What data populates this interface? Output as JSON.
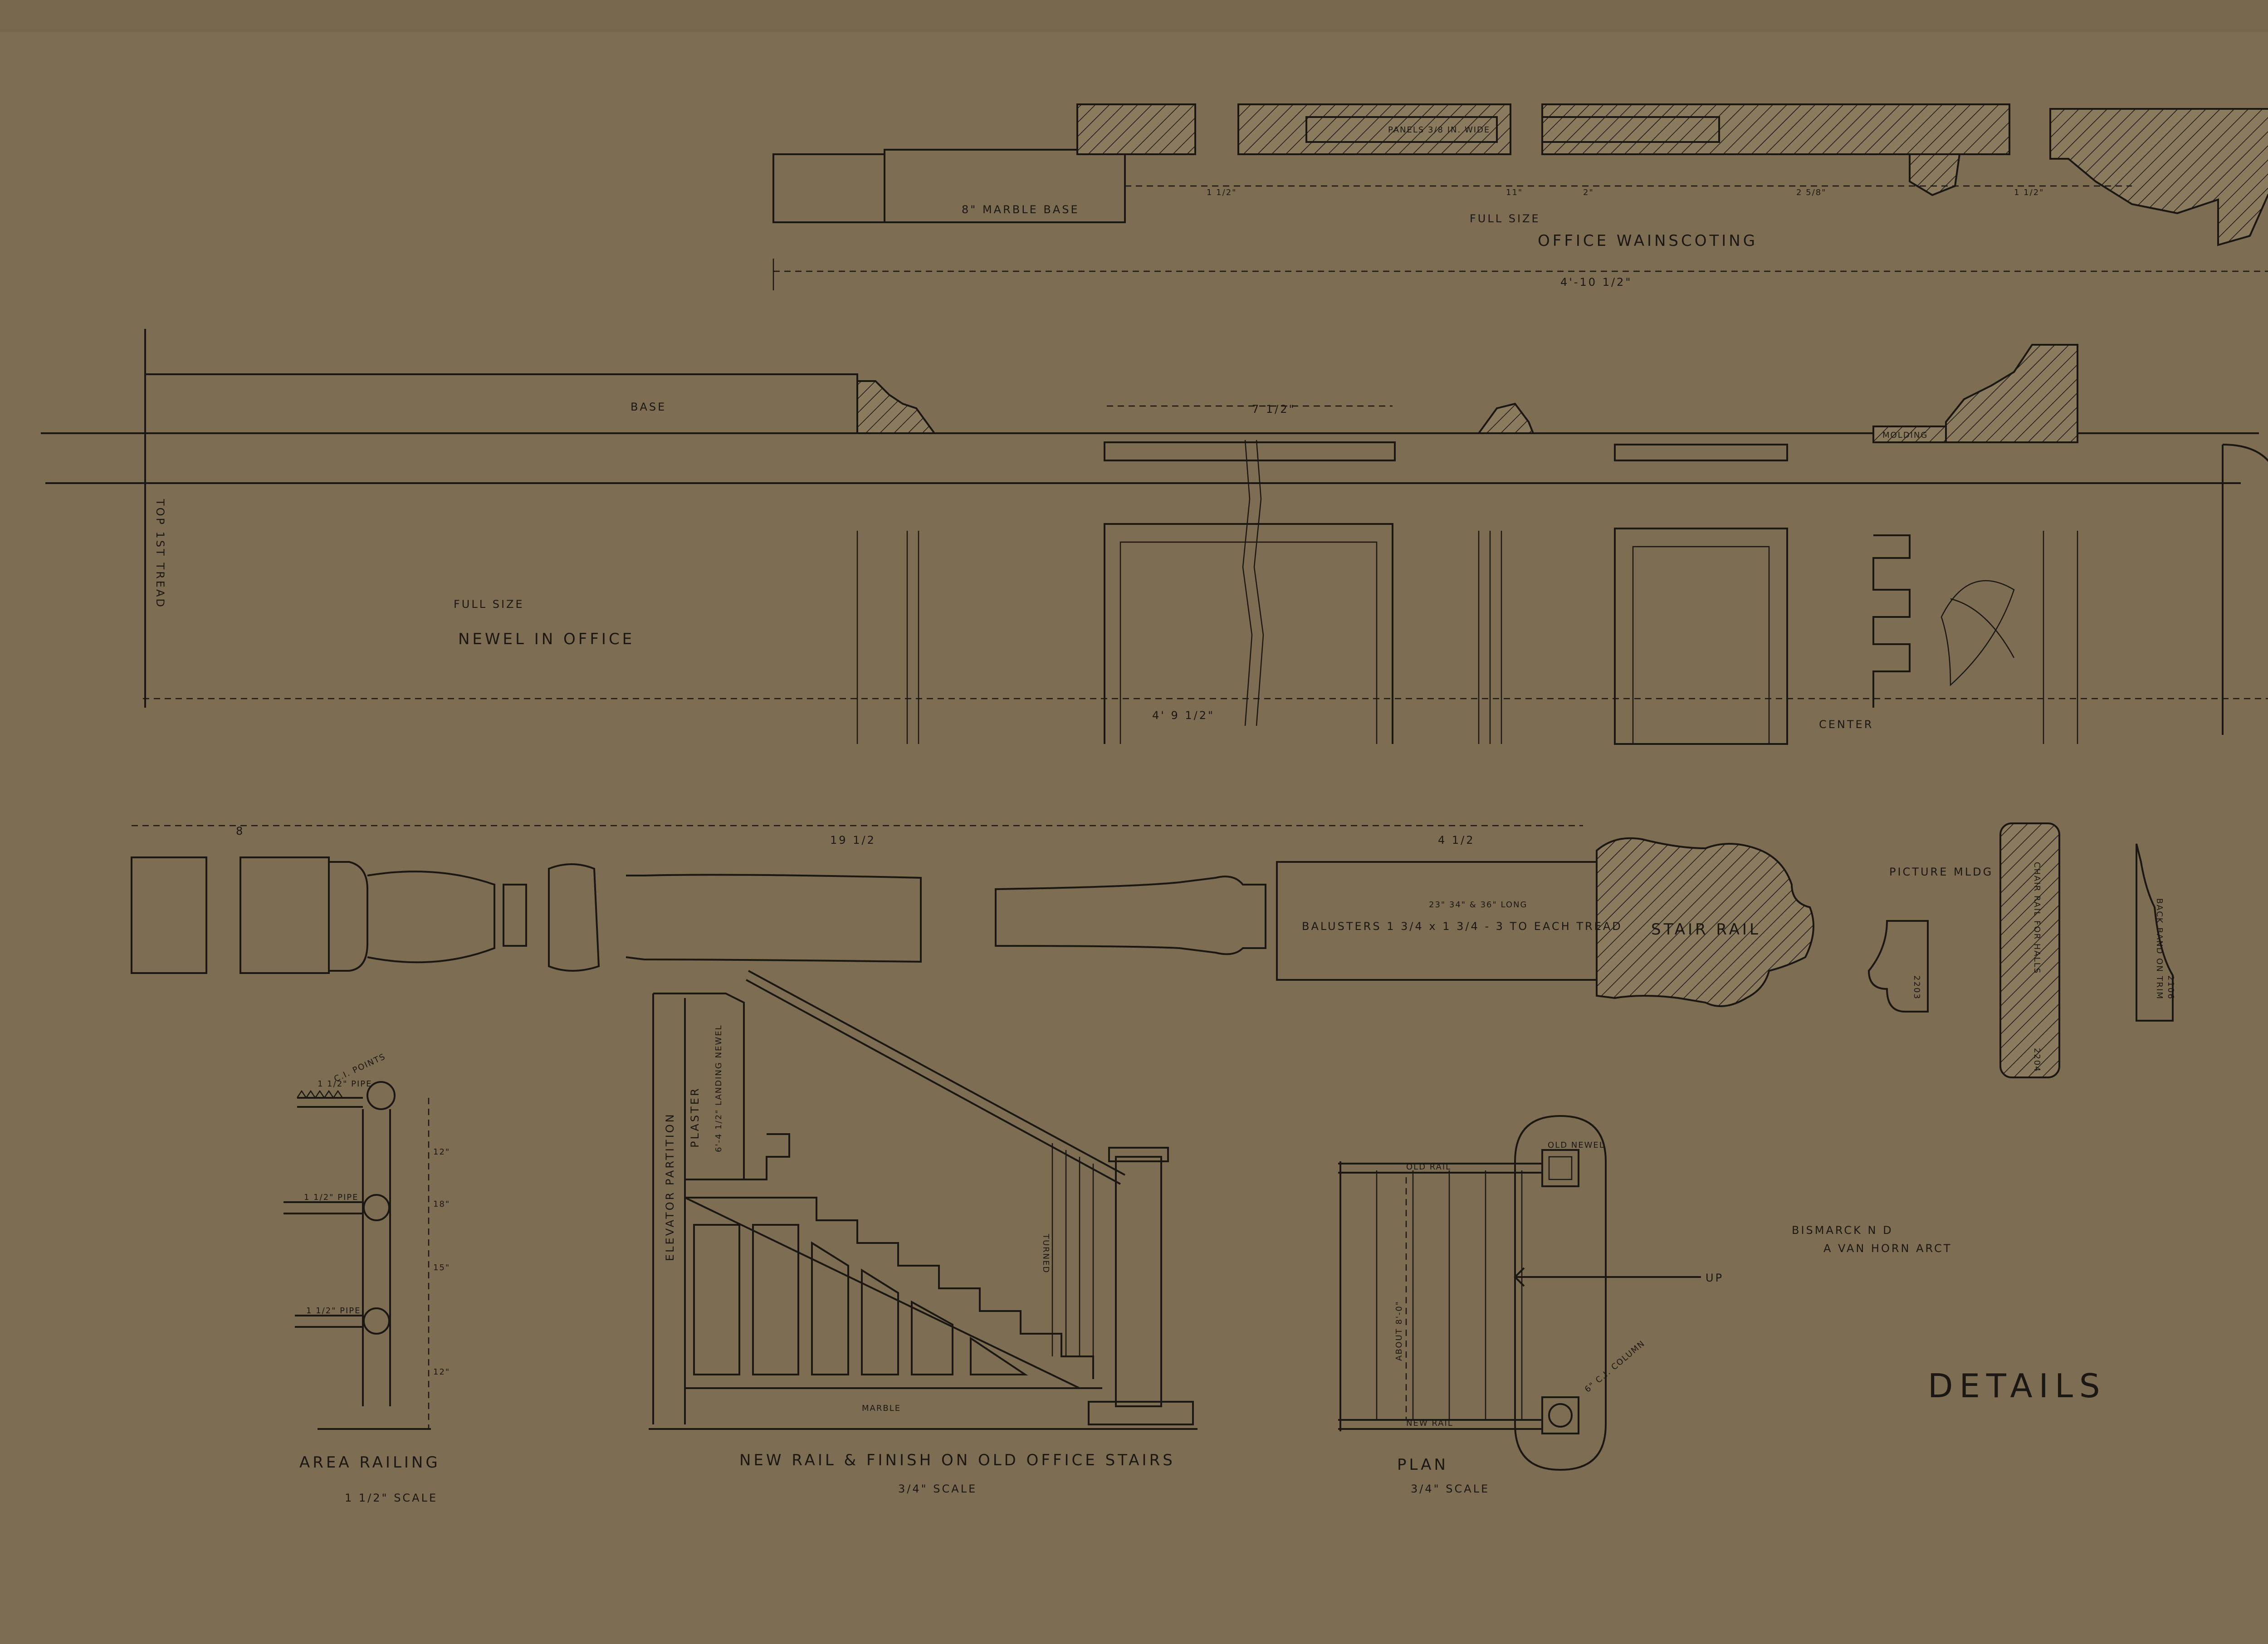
{
  "sheet_title": "DETAILS",
  "architect": "A VAN HORN ARCT",
  "location": "BISMARCK N D",
  "wainscoting": {
    "title": "OFFICE WAINSCOTING",
    "scale": "FULL SIZE",
    "base_label": "8\" MARBLE BASE",
    "panel_label": "PANELS 3/8 IN. WIDE",
    "dims": [
      "4'-10 1/2\"",
      "1 1/2\"",
      "11\"",
      "2\"",
      "2 5/8\"",
      "1 1/2\""
    ]
  },
  "newel": {
    "title": "NEWEL IN OFFICE",
    "scale": "FULL SIZE",
    "base_label": "BASE",
    "tread_label": "TOP 1ST TREAD",
    "center_label": "CENTER",
    "molding_label": "MOLDING",
    "dims": [
      "4' 9 1/2\"",
      "7 1/2\""
    ]
  },
  "baluster": {
    "label": "BALUSTERS 1 3/4 x 1 3/4 - 3 TO EACH TREAD",
    "sub_label": "23\" 34\" & 36\" LONG",
    "dims": [
      "8",
      "19 1/2",
      "4 1/2"
    ]
  },
  "stair_rail": {
    "label": "STAIR RAIL"
  },
  "moldings": {
    "picture": "PICTURE MLDG",
    "picture_no": "2203",
    "chair_rail": "CHAIR RAIL FOR HALLS",
    "chair_no": "2204",
    "back_band": "BACK BAND ON TRIM",
    "back_no": "2106"
  },
  "area_railing": {
    "title": "AREA RAILING",
    "scale": "1 1/2\" SCALE",
    "pipe_labels": [
      "1 1/2\" PIPE",
      "1 1/2\" PIPE",
      "1 1/2\" PIPE"
    ],
    "points_label": "C.I. POINTS",
    "dims": [
      "12\"",
      "18\"",
      "15\"",
      "12\""
    ]
  },
  "stairs": {
    "title": "NEW RAIL & FINISH ON OLD OFFICE STAIRS",
    "scale": "3/4\" SCALE",
    "partition": "ELEVATOR PARTITION",
    "plaster": "PLASTER",
    "landing_newel": "6'-4 1/2\" LANDING NEWEL",
    "marble": "MARBLE",
    "turned": "TURNED"
  },
  "plan": {
    "title": "PLAN",
    "scale": "3/4\" SCALE",
    "old_rail": "OLD RAIL",
    "new_rail": "NEW RAIL",
    "old_newel": "OLD NEWEL",
    "up": "UP",
    "column": "6\" C.I. COLUMN",
    "about": "ABOUT 8'-0\""
  }
}
